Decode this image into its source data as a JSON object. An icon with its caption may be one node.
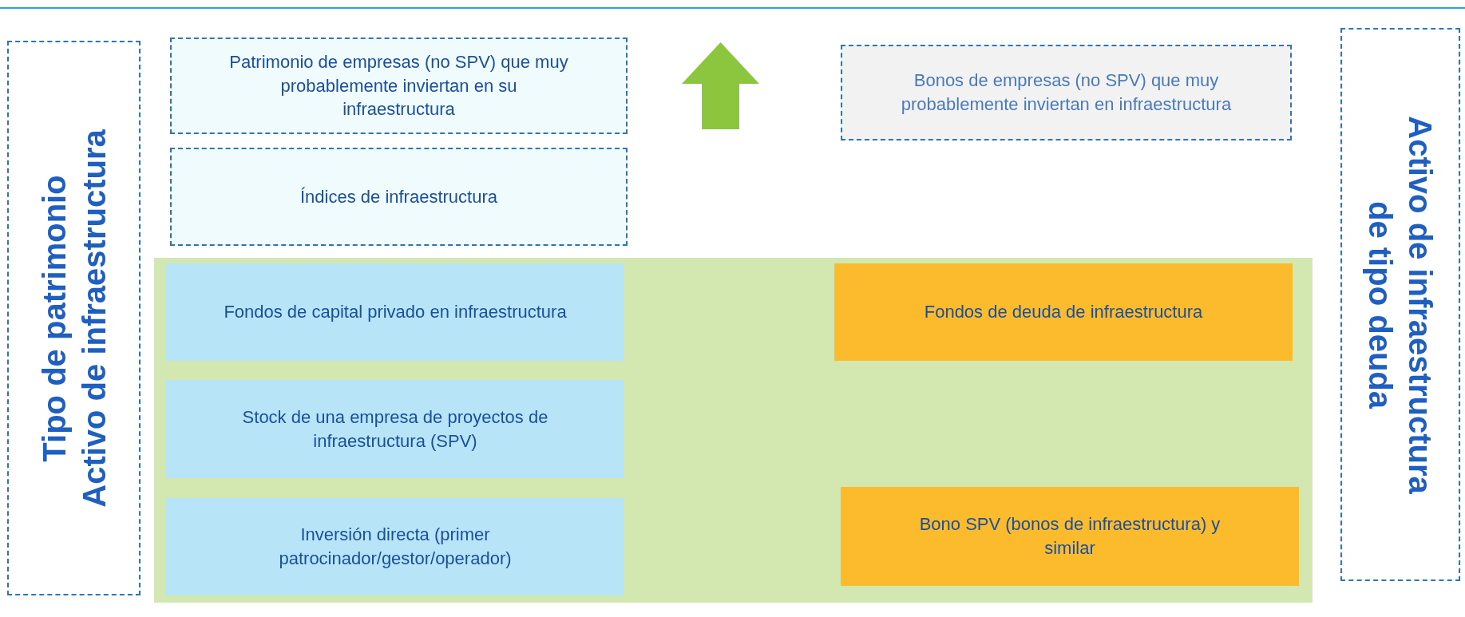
{
  "diagram": {
    "nodes": [
      {
        "text": [
          "Tipo de patrimonio Activo de infraestructura"
        ]
      },
      {
        "text": [
          "Patrimonio de empresas (no SPV) que muy probablemente inviertan en su infraestructura"
        ]
      },
      {
        "text": [
          "Índices de infraestructura"
        ]
      },
      {
        "text": [],
        "shape": "box"
      },
      {
        "text": [
          "Fondos de capital privado en infraestructura"
        ],
        "in": 3
      },
      {
        "text": [
          "Stock de una empresa de proyectos de infraestructura (SPV)"
        ],
        "in": 3
      },
      {
        "text": [
          "Inversión directa (primer patrocinador/gestor/operador)"
        ],
        "in": 3
      },
      {
        "text": [
          "Fondos de deuda de infraestructura"
        ],
        "in": 3
      },
      {
        "text": [
          "Bono SPV (bonos de infraestructura) y similar"
        ],
        "in": 3
      },
      {
        "text": [
          "Bonos de empresas (no SPV) que muy probablemente inviertan en infraestructura"
        ]
      },
      {
        "text": [
          "Activo de infraestructura de tipo deuda"
        ]
      }
    ]
  }
}
